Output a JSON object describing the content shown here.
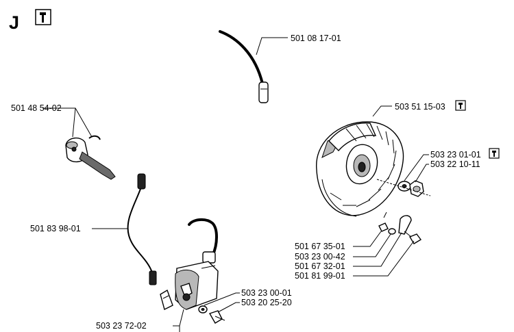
{
  "diagram": {
    "section_letter": "J",
    "header_icon": "service-tool-icon",
    "parts": [
      {
        "id": "p1",
        "number": "501 08 17-01",
        "icon": ""
      },
      {
        "id": "p2",
        "number": "501 48 54-02",
        "icon": ""
      },
      {
        "id": "p3",
        "number": "503 51 15-03",
        "icon": "service-tool-icon"
      },
      {
        "id": "p4",
        "number": "503 23 01-01",
        "icon": "service-tool-icon"
      },
      {
        "id": "p5",
        "number": "503 22 10-11",
        "icon": ""
      },
      {
        "id": "p6",
        "number": "501 83 98-01",
        "icon": ""
      },
      {
        "id": "p7",
        "number": "501 67 35-01",
        "icon": ""
      },
      {
        "id": "p8",
        "number": "503 23 00-42",
        "icon": ""
      },
      {
        "id": "p9",
        "number": "501 67 32-01",
        "icon": ""
      },
      {
        "id": "p10",
        "number": "501 81 99-01",
        "icon": ""
      },
      {
        "id": "p11",
        "number": "503 23 00-01",
        "icon": ""
      },
      {
        "id": "p12",
        "number": "503 20 25-20",
        "icon": ""
      },
      {
        "id": "p13",
        "number": "503 23 72-02",
        "icon": ""
      }
    ]
  }
}
